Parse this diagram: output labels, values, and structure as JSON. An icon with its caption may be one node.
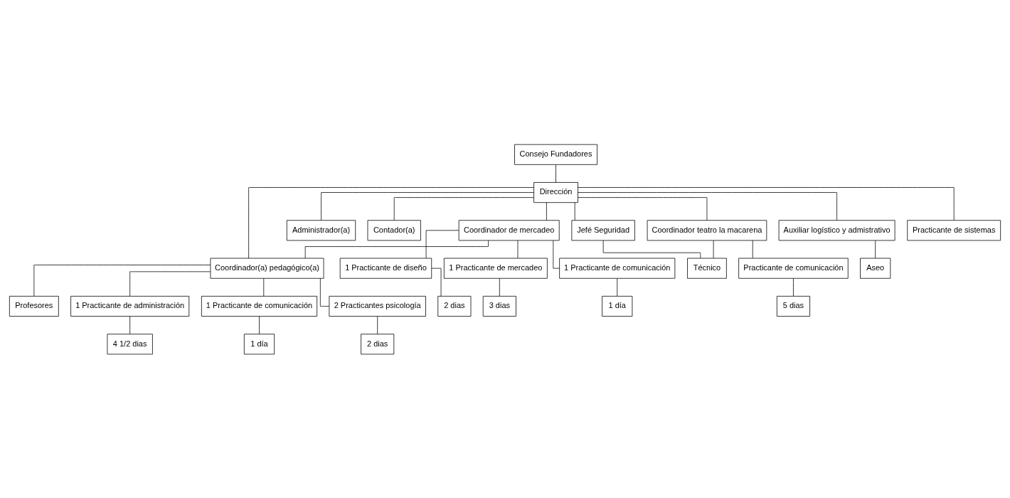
{
  "diagram": {
    "nodes": [
      {
        "text": [
          "Consejo Fundadores"
        ]
      },
      {
        "text": [
          "Dirección"
        ]
      },
      {
        "text": [
          "Administrador(a)"
        ]
      },
      {
        "text": [
          "Contador(a)"
        ]
      },
      {
        "text": [
          "Coordinador de mercadeo"
        ]
      },
      {
        "text": [
          "Coordinador(a) pedagógico(a)"
        ]
      },
      {
        "text": [
          "Coordinador teatro la macarena"
        ]
      },
      {
        "text": [
          "Profesores"
        ]
      },
      {
        "text": [
          "1 Practicante de diseño"
        ]
      },
      {
        "text": [
          "1 Practicante de mercadeo"
        ]
      },
      {
        "text": [
          "Jefé Seguridad"
        ]
      },
      {
        "text": [
          "Auxiliar logístico y admistrativo"
        ]
      },
      {
        "text": [
          "1 Practicante de administración"
        ]
      },
      {
        "text": [
          "1 Practicante de comunicación"
        ]
      },
      {
        "text": [
          "Técnico"
        ]
      },
      {
        "text": [
          "2 dias"
        ]
      },
      {
        "text": [
          "3 dias"
        ]
      },
      {
        "text": [
          "4 1/2 dias"
        ]
      },
      {
        "text": [
          "1 día"
        ]
      },
      {
        "text": [
          "Practicante de comunicación"
        ]
      },
      {
        "text": [
          "Aseo"
        ]
      },
      {
        "text": [
          "1 Practicante de comunicación"
        ]
      },
      {
        "text": [
          "2 Practicantes psicología"
        ]
      },
      {
        "text": [
          "5 dias"
        ]
      },
      {
        "text": [
          "Practicante de sistemas"
        ]
      },
      {
        "text": [
          "1 día"
        ]
      },
      {
        "text": [
          "2 dias"
        ]
      }
    ],
    "edges": [
      {
        "from": 0,
        "to": 1,
        "arrow": "none"
      },
      {
        "from": 1,
        "to": 2,
        "arrow": "none"
      },
      {
        "from": 1,
        "to": 3,
        "arrow": "none"
      },
      {
        "from": 1,
        "to": 4,
        "arrow": "none"
      },
      {
        "from": 1,
        "to": 5,
        "arrow": "none"
      },
      {
        "from": 1,
        "to": 6,
        "arrow": "none"
      },
      {
        "from": 1,
        "to": 24,
        "arrow": "none"
      },
      {
        "from": 4,
        "to": 5,
        "arrow": "none"
      },
      {
        "from": 5,
        "to": 7,
        "arrow": "none"
      },
      {
        "from": 4,
        "to": 8,
        "arrow": "none"
      },
      {
        "from": 4,
        "to": 9,
        "arrow": "none"
      },
      {
        "from": 4,
        "to": 21,
        "arrow": "none"
      },
      {
        "from": 8,
        "to": 15,
        "arrow": "none"
      },
      {
        "from": 9,
        "to": 16,
        "arrow": "none"
      },
      {
        "from": 21,
        "to": 25,
        "arrow": "none"
      },
      {
        "from": 5,
        "to": 12,
        "arrow": "none"
      },
      {
        "from": 5,
        "to": 13,
        "arrow": "none"
      },
      {
        "from": 5,
        "to": 22,
        "arrow": "none"
      },
      {
        "from": 12,
        "to": 17,
        "arrow": "none"
      },
      {
        "from": 13,
        "to": 18,
        "arrow": "none"
      },
      {
        "from": 22,
        "to": 26,
        "arrow": "none"
      },
      {
        "from": 6,
        "to": 19,
        "arrow": "none"
      },
      {
        "from": 6,
        "to": 14,
        "arrow": "none"
      },
      {
        "from": 1,
        "to": 10,
        "arrow": "none"
      },
      {
        "from": 1,
        "to": 11,
        "arrow": "none"
      },
      {
        "from": 10,
        "to": 14,
        "arrow": "none"
      },
      {
        "from": 19,
        "to": 23,
        "arrow": "none"
      },
      {
        "from": 11,
        "to": 20,
        "arrow": "none"
      }
    ]
  }
}
